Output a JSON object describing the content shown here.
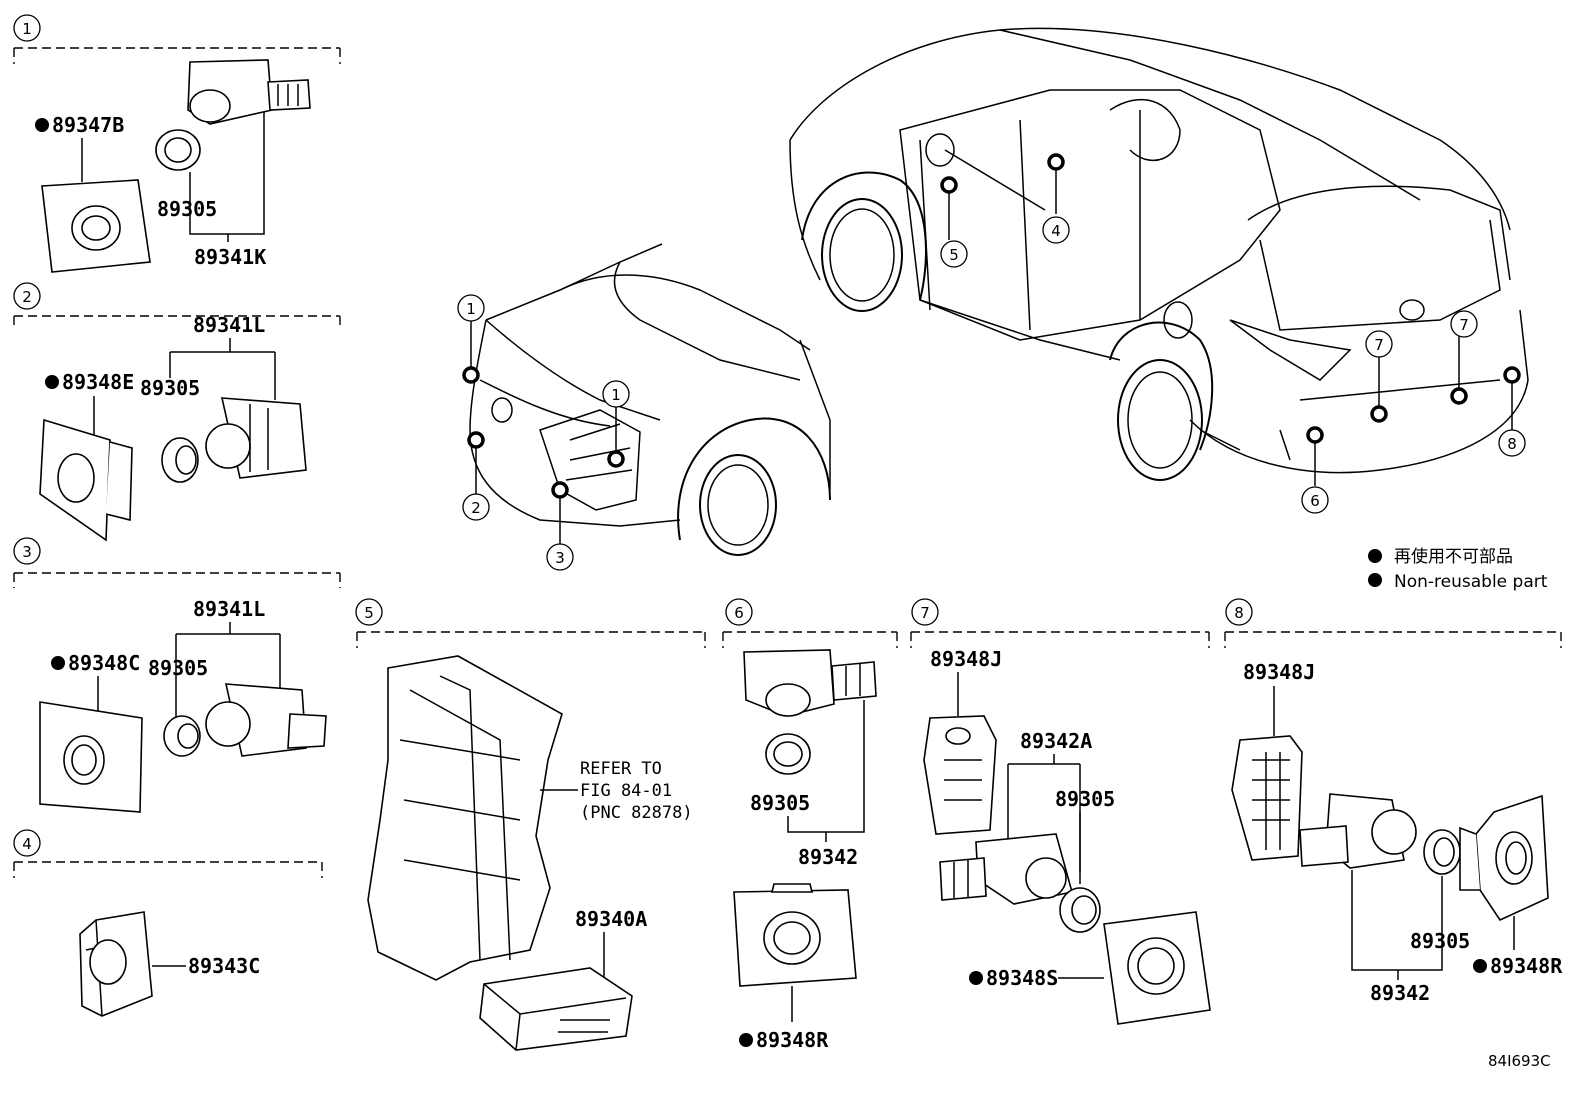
{
  "sections": [
    {
      "num": "1"
    },
    {
      "num": "2"
    },
    {
      "num": "3"
    },
    {
      "num": "4"
    },
    {
      "num": "5"
    },
    {
      "num": "6"
    },
    {
      "num": "7"
    },
    {
      "num": "8"
    }
  ],
  "s1": {
    "p1": "89347B",
    "p2": "89305",
    "p3": "89341K"
  },
  "s2": {
    "p1": "89341L",
    "p2": "89348E",
    "p3": "89305"
  },
  "s3": {
    "p1": "89341L",
    "p2": "89348C",
    "p3": "89305"
  },
  "s4": {
    "p1": "89343C"
  },
  "s5": {
    "ref1": "REFER TO",
    "ref2": "FIG 84-01",
    "ref3": "(PNC 82878)",
    "p1": "89340A"
  },
  "s6": {
    "p1": "89305",
    "p2": "89342",
    "p3": "89348R"
  },
  "s7": {
    "p1": "89348J",
    "p2": "89342A",
    "p3": "89305",
    "p4": "89348S"
  },
  "s8": {
    "p1": "89348J",
    "p2": "89305",
    "p3": "89348R",
    "p4": "89342"
  },
  "front_callouts": [
    "1",
    "1",
    "2",
    "3"
  ],
  "rear_callouts": [
    "4",
    "5",
    "6",
    "7",
    "7",
    "8"
  ],
  "legend": {
    "line1": "再使用不可部品",
    "line2": "Non-reusable part"
  },
  "diagram_code": "84I693C"
}
